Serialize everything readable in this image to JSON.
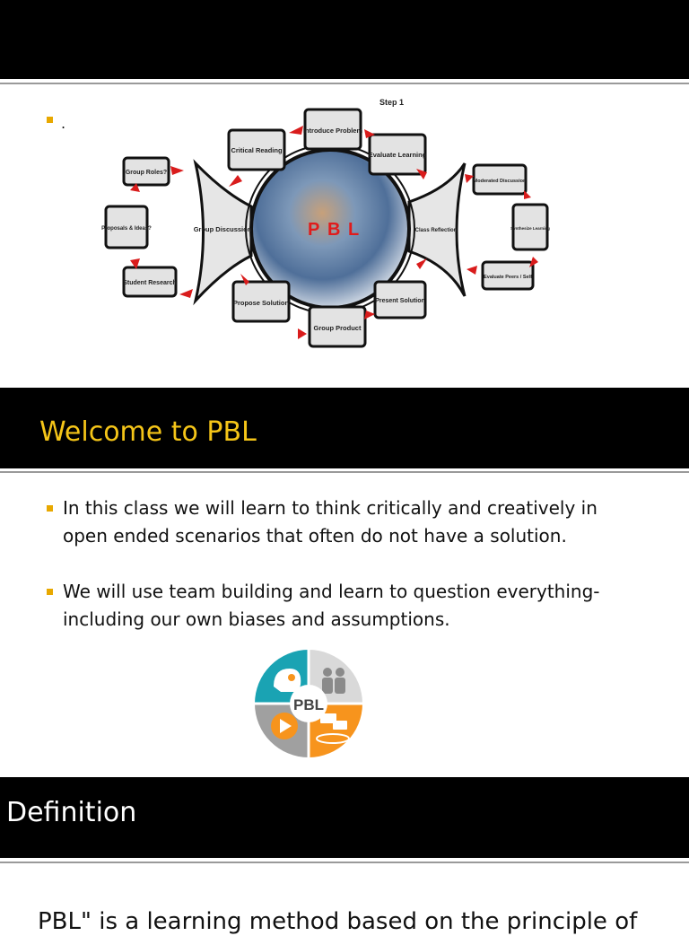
{
  "slide1": {
    "bullet_text": ".",
    "diagram": {
      "center_label": [
        "P",
        "B",
        "L"
      ],
      "step_note": "Step 1",
      "nodes": {
        "introduce": "Introduce Problem",
        "critical": "Critical Reading",
        "evaluate_learning": "Evaluate Learning",
        "group_roles": "Group Roles?",
        "proposals": "Proposals & Ideas?",
        "student_research": "Student Research",
        "group_discussion": "Group Discussion",
        "propose": "Propose Solution",
        "group_product": "Group Product",
        "present": "Present Solution",
        "class_reflection": "Class Reflection",
        "moderated": "Moderated Discussion",
        "synthesize": "Synthesize Learning",
        "evaluate_peers": "Evaluate Peers / Self"
      }
    }
  },
  "slide2": {
    "title": "Welcome to PBL",
    "title_color": "#f5c518",
    "bullets": [
      {
        "line1": "In this class we will learn to think critically and creatively in",
        "line2": "open ended scenarios that often do not have a solution."
      },
      {
        "line1": "We will use team building and learn to question everything-",
        "line2": "including our own biases and assumptions."
      }
    ],
    "logo_text": "PBL",
    "logo_colors": {
      "teal": "#1aa3b3",
      "grey_light": "#d9d9d9",
      "grey": "#a0a0a0",
      "orange": "#f7941d"
    }
  },
  "slide3": {
    "title": "Definition",
    "partial_text": "PBL\" is a learning method based on the principle of"
  }
}
